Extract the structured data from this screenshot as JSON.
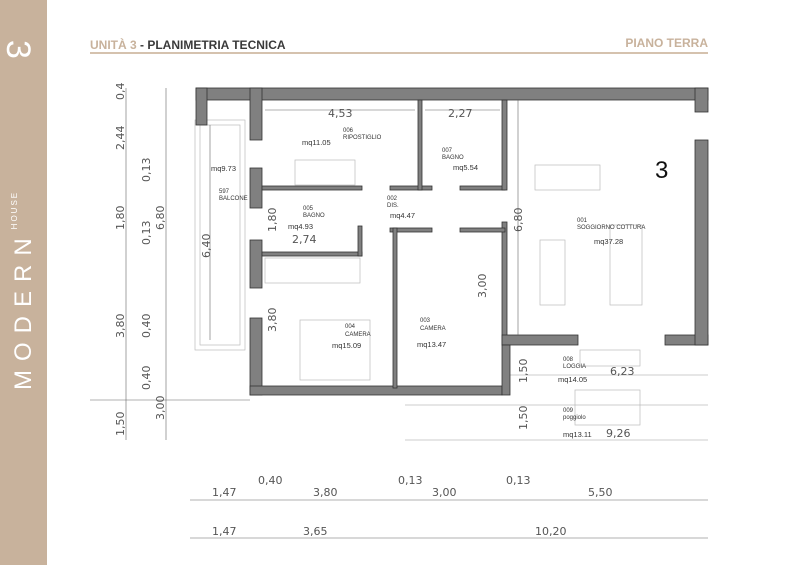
{
  "brand": {
    "unit_mark": "3",
    "name": "MODERN",
    "sub": "HOUSE"
  },
  "header": {
    "unit": "UNITÀ 3",
    "separator": " - ",
    "title": "PLANIMETRIA TECNICA",
    "floor": "PIANO TERRA"
  },
  "unit_number": "3",
  "rooms": [
    {
      "code": "001",
      "name": "SOGGIORNO COTTURA",
      "area": "mq37.28"
    },
    {
      "code": "002",
      "name": "DIS.",
      "area": "mq4.47"
    },
    {
      "code": "003",
      "name": "CAMERA",
      "area": "mq13.47"
    },
    {
      "code": "004",
      "name": "CAMERA",
      "area": "mq15.09"
    },
    {
      "code": "005",
      "name": "BAGNO",
      "area": "mq4.93"
    },
    {
      "code": "006",
      "name": "RIPOSTIGLIO",
      "area": "mq11.05"
    },
    {
      "code": "007",
      "name": "BAGNO",
      "area": "mq5.54"
    },
    {
      "code": "008",
      "name": "LOGGIA",
      "area": "mq14.05"
    },
    {
      "code": "009",
      "name": "poggiolo",
      "area": "mq13.11"
    },
    {
      "code": "597",
      "name": "BALCONE",
      "area": "mq9.73"
    }
  ],
  "dims": {
    "inner": [
      "4,53",
      "2,27",
      "2,74",
      "1,80",
      "3,80",
      "3,00",
      "6,80",
      "6,40",
      "6,23",
      "1,50",
      "1,50",
      "9,26"
    ],
    "left_chain": [
      "0,4",
      "2,44",
      "0,13",
      "1,80",
      "0,13",
      "3,80",
      "0,40",
      "0,40",
      "1,50"
    ],
    "left_total": [
      "6,80",
      "3,00"
    ],
    "bottom_row1": [
      "1,47",
      "0,40",
      "3,80",
      "0,13",
      "3,00",
      "0,13",
      "5,50"
    ],
    "bottom_row2": [
      "1,47",
      "3,65",
      "10,20"
    ]
  }
}
